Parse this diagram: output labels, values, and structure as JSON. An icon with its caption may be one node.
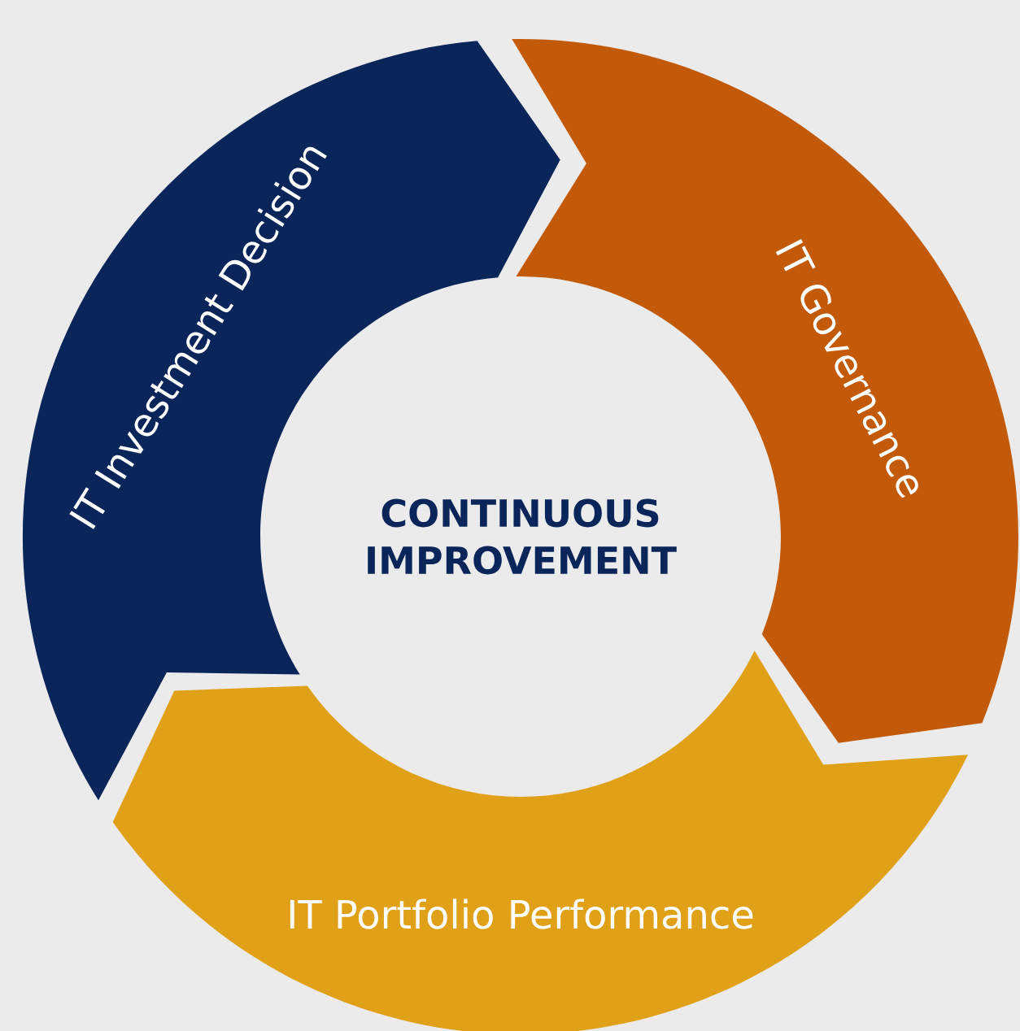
{
  "diagram": {
    "nodes": [
      {
        "text": [
          "IT Investment Decision"
        ]
      },
      {
        "text": [
          "IT Governance"
        ]
      },
      {
        "text": [
          "CONTINUOUS IMPROVEMENT"
        ]
      },
      {
        "text": [
          "IT Portfolio Performance"
        ]
      }
    ]
  }
}
